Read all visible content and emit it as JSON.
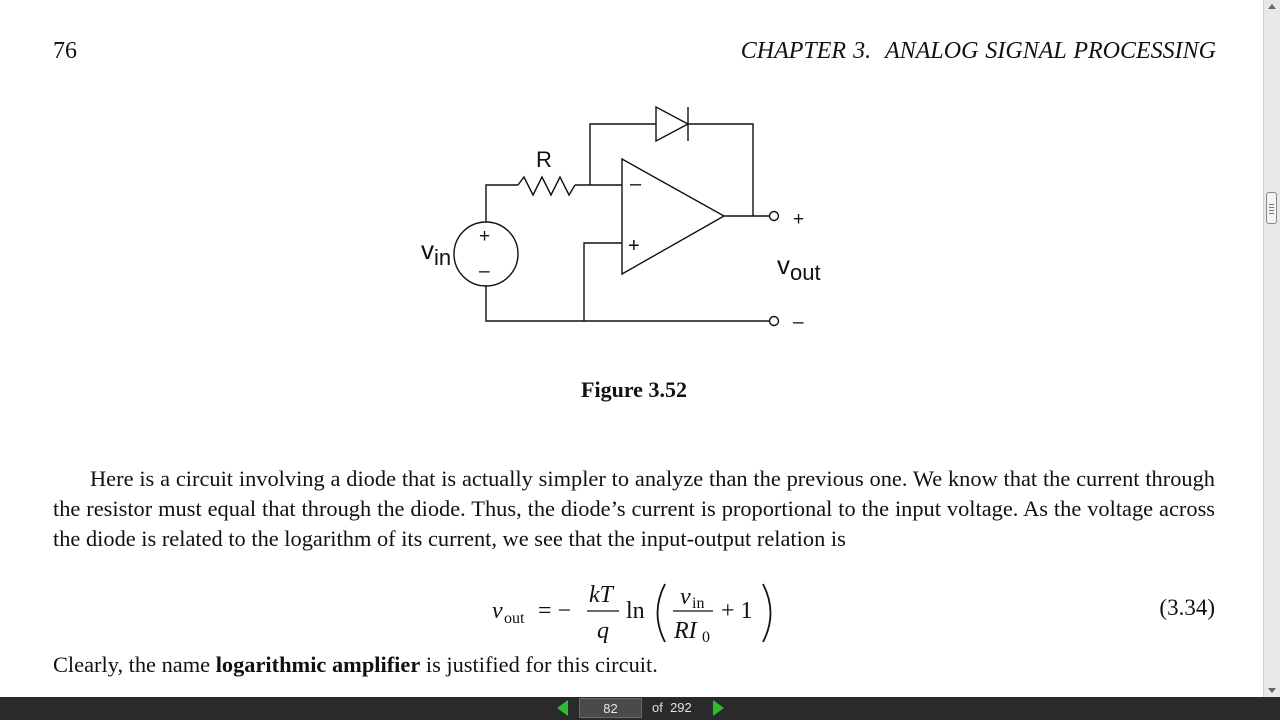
{
  "header": {
    "page_number": "76",
    "chapter_label": "CHAPTER 3.",
    "chapter_title": "ANALOG SIGNAL PROCESSING"
  },
  "figure": {
    "caption": "Figure 3.52",
    "labels": {
      "resistor": "R",
      "source": "v",
      "source_sub": "in",
      "output": "v",
      "output_sub": "out",
      "plus": "+",
      "minus": "–"
    }
  },
  "body": {
    "paragraph": "Here is a circuit involving a diode that is actually simpler to analyze than the previous one. We know that the current through the resistor must equal that through the diode. Thus, the diode’s current is proportional to the input voltage. As the voltage across the diode is related to the logarithm of its current, we see that the input-output relation is",
    "equation": {
      "lhs": "v",
      "lhs_sub": "out",
      "equals": "= −",
      "num": "kT",
      "den": "q",
      "ln": "ln",
      "inner_num": "v",
      "inner_num_sub": "in",
      "inner_den": "RI",
      "inner_den_sub": "0",
      "plus_one": "+ 1",
      "number": "(3.34)"
    },
    "conclusion_before": "Clearly, the name ",
    "conclusion_bold": "logarithmic amplifier",
    "conclusion_after": " is justified for this circuit."
  },
  "viewer": {
    "current_page": "82",
    "total_label": "of  292",
    "accent_color": "#2bbd2b"
  }
}
